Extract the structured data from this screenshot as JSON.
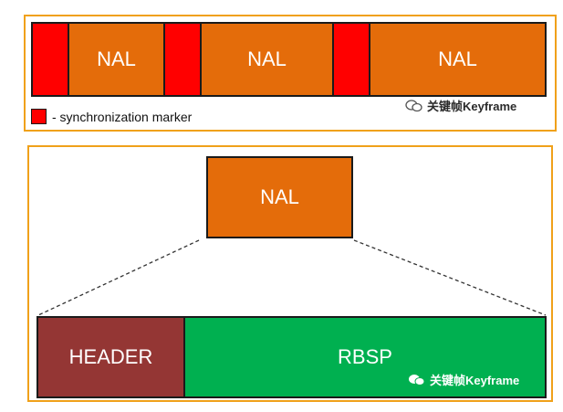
{
  "top_panel": {
    "blocks": [
      "",
      "NAL",
      "",
      "NAL",
      "",
      "NAL"
    ],
    "legend_text": "- synchronization marker",
    "watermark": "关键帧Keyframe"
  },
  "bottom_panel": {
    "nal_label": "NAL",
    "header_label": "HEADER",
    "rbsp_label": "RBSP",
    "watermark": "关键帧Keyframe"
  },
  "colors": {
    "border": "#f0a11a",
    "sync": "#ff0000",
    "nal": "#e46c0a",
    "header": "#943634",
    "rbsp": "#00b050"
  }
}
